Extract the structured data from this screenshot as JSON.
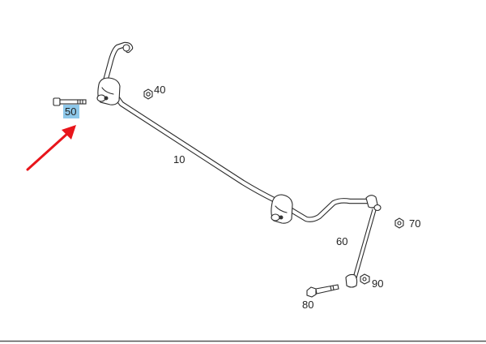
{
  "diagram": {
    "callouts": {
      "c10": "10",
      "c40": "40",
      "c50": "50",
      "c60": "60",
      "c70": "70",
      "c80": "80",
      "c90": "90"
    },
    "highlight_color": "#8ec8ea",
    "arrow_color": "#e8151b"
  }
}
